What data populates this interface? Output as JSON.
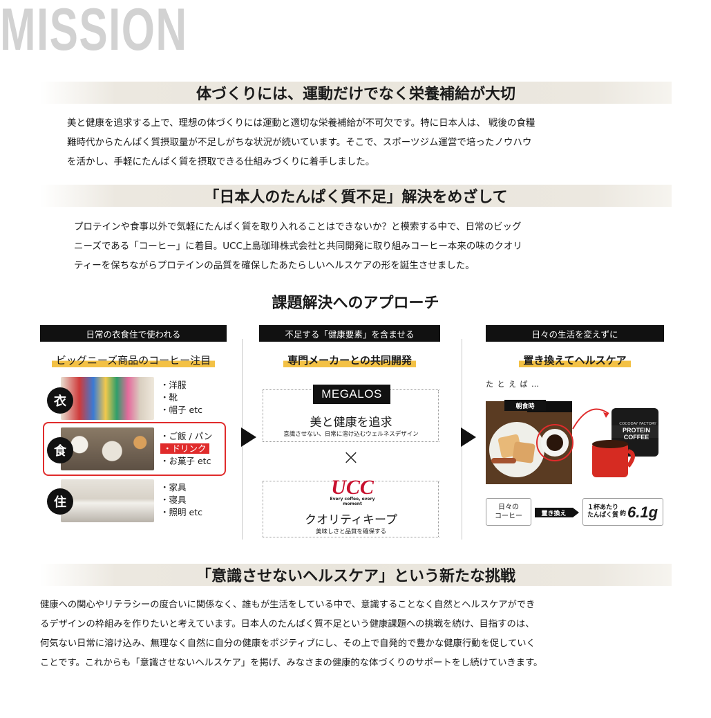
{
  "header": {
    "title": "MISSION"
  },
  "section1": {
    "heading": "体づくりには、運動だけでなく栄養補給が大切",
    "lines": [
      "美と健康を追求する上で、理想の体づくりには運動と適切な栄養補給が不可欠です。特に日本人は、 戦後の食糧",
      "難時代からたんぱく質摂取量が不足しがちな状況が続いています。そこで、スポーツジム運営で培ったノウハウ",
      "を活かし、手軽にたんぱく質を摂取できる仕組みづくりに着手しました。"
    ]
  },
  "section2": {
    "heading": "「日本人のたんぱく質不足」解決をめざして",
    "lines": [
      "プロテインや食事以外で気軽にたんぱく質を取り入れることはできないか？と模索する中で、日常のビッグ",
      "ニーズである「コーヒー」に着目。UCC上島珈琲株式会社と共同開発に取り組みコーヒー本来の味のクオリ",
      "ティーを保ちながらプロテインの品質を確保したあたらしいヘルスケアの形を誕生させました。"
    ]
  },
  "approach": {
    "title": "課題解決へのアプローチ",
    "col1": {
      "head": "日常の衣食住で使われる",
      "sub": "ビッグニーズ商品のコーヒー注目",
      "rows": [
        {
          "kanji": "衣",
          "items": [
            "・洋服",
            "・靴",
            "・帽子 etc"
          ]
        },
        {
          "kanji": "食",
          "items": [
            "・ご飯 / パン",
            "・ドリンク",
            "・お菓子 etc"
          ]
        },
        {
          "kanji": "住",
          "items": [
            "・家具",
            "・寝具",
            "・照明 etc"
          ]
        }
      ]
    },
    "col2": {
      "head": "不足する「健康要素」を含ませる",
      "sub": "専門メーカーとの共同開発",
      "megalos_logo": "MEGALOS",
      "megalos_title": "美と健康を追求",
      "megalos_desc": "意識させない、日常に溶け込むウェルネスデザイン",
      "cross": "×",
      "ucc_logo": "UCC",
      "ucc_tagline": "Every coffee, every moment",
      "ucc_title": "クオリティキープ",
      "ucc_desc": "美味しさと品質を確保する"
    },
    "col3": {
      "head": "日々の生活を変えずに",
      "sub": "置き換えてヘルスケア",
      "example": "た と え ば …",
      "breakfast_chip": "朝食時",
      "product_brand": "COCODAY FACTORY",
      "product_name": "PROTEIN COFFEE",
      "daily_coffee": [
        "日々の",
        "コーヒー"
      ],
      "replace_chip": "置き換え",
      "per_cup": [
        "１杯あたり",
        "たんぱく質"
      ],
      "approx": "約",
      "amount": "6.1g"
    }
  },
  "section3": {
    "heading": "「意識させないヘルスケア」という新たな挑戦",
    "lines": [
      "健康への関心やリテラシーの度合いに関係なく、誰もが生活をしている中で、意識することなく自然とヘルスケアができ",
      "るデザインの枠組みを作りたいと考えています。日本人のたんぱく質不足という健康課題への挑戦を続け、目指すのは、",
      "何気ない日常に溶け込み、無理なく自然に自分の健康をポジティブにし、その上で自発的で豊かな健康行動を促していく",
      "ことです。これからも「意識させないヘルスケア」を掲げ、みなさまの健康的な体づくりのサポートをし続けていきます。"
    ]
  },
  "colors": {
    "accent_yellow": "#f3c145",
    "accent_red": "#e02b2b",
    "ucc_red": "#c8102e",
    "watermark_gray": "#d2d2d2"
  }
}
